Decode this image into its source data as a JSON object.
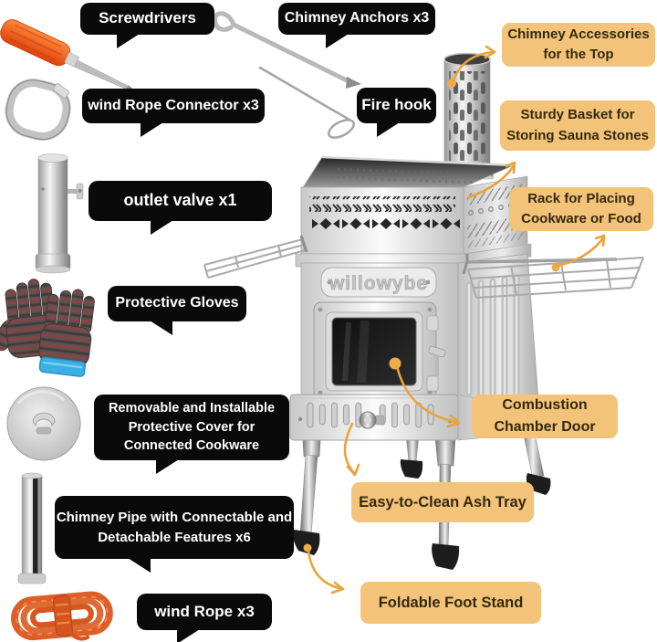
{
  "brand": "willowybe",
  "colors": {
    "bubble_bg": "#0a0a0a",
    "bubble_text": "#ffffff",
    "tag_bg": "#f2c379",
    "tag_text": "#35290f",
    "arrow": "#e8a43c",
    "screwdriver_handle": "#ef5313",
    "rope": "#dd5f28"
  },
  "callouts": {
    "black": [
      {
        "id": "screwdrivers",
        "label": "Screwdrivers"
      },
      {
        "id": "chimney_anchors",
        "label": "Chimney Anchors x3"
      },
      {
        "id": "wind_rope_connector",
        "label": "wind Rope Connector x3"
      },
      {
        "id": "fire_hook",
        "label": "Fire hook"
      },
      {
        "id": "outlet_valve",
        "label": "outlet valve x1"
      },
      {
        "id": "protective_gloves",
        "label": "Protective Gloves"
      },
      {
        "id": "removable_cover",
        "label": "Removable and Installable Protective Cover for Connected Cookware"
      },
      {
        "id": "chimney_pipe",
        "label": "Chimney Pipe with Connectable and Detachable Features x6"
      },
      {
        "id": "wind_rope",
        "label": "wind Rope x3"
      }
    ],
    "yellow": [
      {
        "id": "chimney_accessories",
        "label": "Chimney Accessories for the Top"
      },
      {
        "id": "sturdy_basket",
        "label": "Sturdy Basket for Storing Sauna Stones"
      },
      {
        "id": "rack",
        "label": "Rack for Placing Cookware or Food"
      },
      {
        "id": "combustion_door",
        "label": "Combustion Chamber Door"
      },
      {
        "id": "ash_tray",
        "label": "Easy-to-Clean Ash Tray"
      },
      {
        "id": "foot_stand",
        "label": "Foldable Foot Stand"
      }
    ]
  }
}
